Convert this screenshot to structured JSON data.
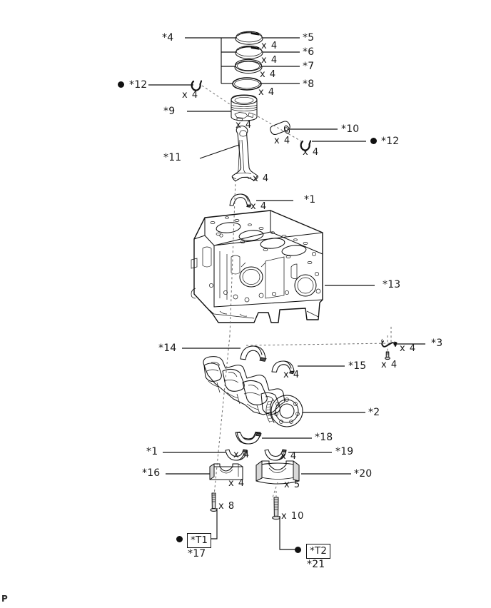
{
  "diagram": {
    "title": "Cylinder Block Assembly Exploded View",
    "corner_mark": "P",
    "line_color": "#111111",
    "dashed_guide_color": "#6d6d6d"
  },
  "callouts": [
    {
      "id": "c4",
      "label": "*4",
      "qty": "",
      "part": "piston-ring-set-bracket"
    },
    {
      "id": "c5",
      "label": "*5",
      "qty": "x 4",
      "part": "piston-ring-no1-compression"
    },
    {
      "id": "c6",
      "label": "*6",
      "qty": "x 4",
      "part": "piston-ring-no2-compression"
    },
    {
      "id": "c7",
      "label": "*7",
      "qty": "x 4",
      "part": "oil-ring-rail-upper"
    },
    {
      "id": "c8",
      "label": "*8",
      "qty": "x 4",
      "part": "oil-ring-expander"
    },
    {
      "id": "c12a",
      "label": "*12",
      "qty": "x 4",
      "part": "snap-ring-left"
    },
    {
      "id": "c9",
      "label": "*9",
      "qty": "x 4",
      "part": "piston"
    },
    {
      "id": "c10",
      "label": "*10",
      "qty": "x 4",
      "part": "piston-pin"
    },
    {
      "id": "c12b",
      "label": "*12",
      "qty": "x 4",
      "part": "snap-ring-right"
    },
    {
      "id": "c11",
      "label": "*11",
      "qty": "x 4",
      "part": "connecting-rod"
    },
    {
      "id": "c1a",
      "label": "*1",
      "qty": "x 4",
      "part": "connecting-rod-bearing-upper"
    },
    {
      "id": "c13",
      "label": "*13",
      "qty": "",
      "part": "cylinder-block"
    },
    {
      "id": "c3",
      "label": "*3",
      "qty": "x 4",
      "part": "oil-jet-and-bolt"
    },
    {
      "id": "c3b",
      "label": "",
      "qty": "x 4",
      "part": "oil-jet-bolt"
    },
    {
      "id": "c14",
      "label": "*14",
      "qty": "",
      "part": "thrust-washer-upper"
    },
    {
      "id": "c15",
      "label": "*15",
      "qty": "x 4",
      "part": "crankshaft-bearing-upper"
    },
    {
      "id": "c2",
      "label": "*2",
      "qty": "",
      "part": "crankshaft"
    },
    {
      "id": "c18",
      "label": "*18",
      "qty": "",
      "part": "thrust-washer-lower"
    },
    {
      "id": "c1b",
      "label": "*1",
      "qty": "x 4",
      "part": "connecting-rod-bearing-lower"
    },
    {
      "id": "c19",
      "label": "*19",
      "qty": "x 4",
      "part": "crankshaft-bearing-lower"
    },
    {
      "id": "c16",
      "label": "*16",
      "qty": "x 4",
      "part": "connecting-rod-cap"
    },
    {
      "id": "c20",
      "label": "*20",
      "qty": "x 5",
      "part": "crankshaft-bearing-cap"
    },
    {
      "id": "c17",
      "label": "*17",
      "qty": "x 8",
      "part": "connecting-rod-cap-bolt",
      "torque_tag": "*T1"
    },
    {
      "id": "c21",
      "label": "*21",
      "qty": "x 10",
      "part": "crankshaft-bearing-cap-bolt",
      "torque_tag": "*T2"
    }
  ],
  "labels": {
    "c4": "*4",
    "c5": "*5",
    "c6": "*6",
    "c7": "*7",
    "c8": "*8",
    "c9": "*9",
    "c10": "*10",
    "c11": "*11",
    "c12a": "*12",
    "c12b": "*12",
    "c13": "*13",
    "c14": "*14",
    "c15": "*15",
    "c16": "*16",
    "c18": "*18",
    "c19": "*19",
    "c20": "*20",
    "c1a": "*1",
    "c1b": "*1",
    "c2": "*2",
    "c3": "*3",
    "c17": "*17",
    "c21": "*21"
  },
  "quantities": {
    "q5": "x 4",
    "q6": "x 4",
    "q7": "x 4",
    "q8": "x 4",
    "q12a": "x 4",
    "q9": "x 4",
    "q10": "x 4",
    "q12b": "x 4",
    "q11": "x 4",
    "q1a": "x 4",
    "q3a": "x 4",
    "q3b": "x 4",
    "q15a": "x 4",
    "q15b": "x 4",
    "q1b": "x 4",
    "q19": "x 4",
    "q16": "x 4",
    "q20": "x 5",
    "q17": "x 8",
    "q21": "x 10"
  },
  "torque_tags": {
    "t1": "*T1",
    "t2": "*T2"
  }
}
